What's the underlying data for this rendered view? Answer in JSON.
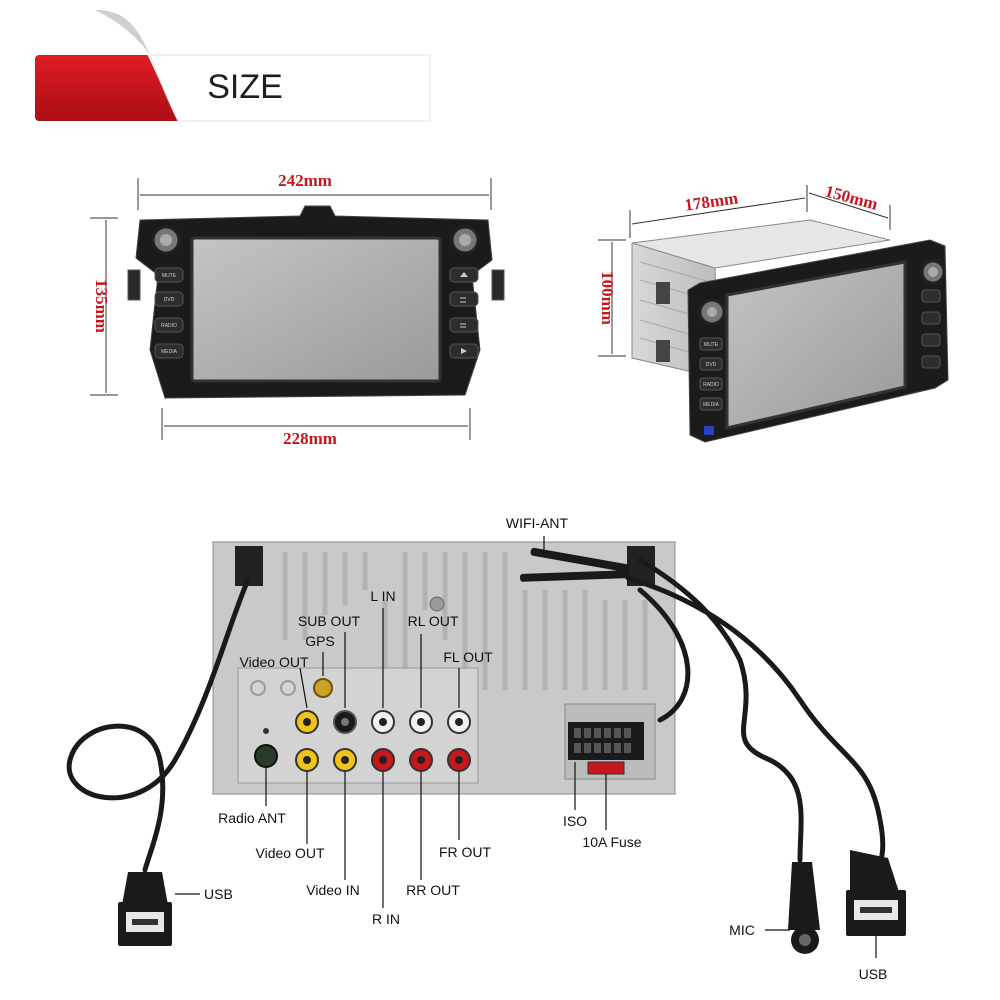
{
  "banner": {
    "title": "SIZE"
  },
  "front_view": {
    "top_width": "242mm",
    "bottom_width": "228mm",
    "height": "135mm",
    "buttons_left": [
      "MUTE",
      "DVD",
      "RADIO",
      "MEDIA"
    ]
  },
  "side_view": {
    "depth": "178mm",
    "side_width": "150mm",
    "height": "100mm",
    "buttons_left": [
      "MUTE",
      "DVD",
      "RADIO",
      "MEDIA"
    ]
  },
  "rear_panel": {
    "labels": {
      "wifi_ant": "WIFI-ANT",
      "l_in": "L IN",
      "sub_out": "SUB OUT",
      "gps": "GPS",
      "rl_out": "RL OUT",
      "video_out_top": "Video OUT",
      "fl_out": "FL OUT",
      "radio_ant": "Radio ANT",
      "video_out_bottom": "Video OUT",
      "video_in": "Video IN",
      "r_in": "R IN",
      "rr_out": "RR OUT",
      "fr_out": "FR OUT",
      "iso": "ISO",
      "fuse": "10A Fuse",
      "usb_left": "USB",
      "mic": "MIC",
      "usb_right": "USB"
    }
  },
  "colors": {
    "banner_red": "#c8161d",
    "dimension_red": "#c8161d",
    "rca_yellow": "#f0c419",
    "rca_red": "#c8161d",
    "rca_white": "#f2f2f2"
  }
}
